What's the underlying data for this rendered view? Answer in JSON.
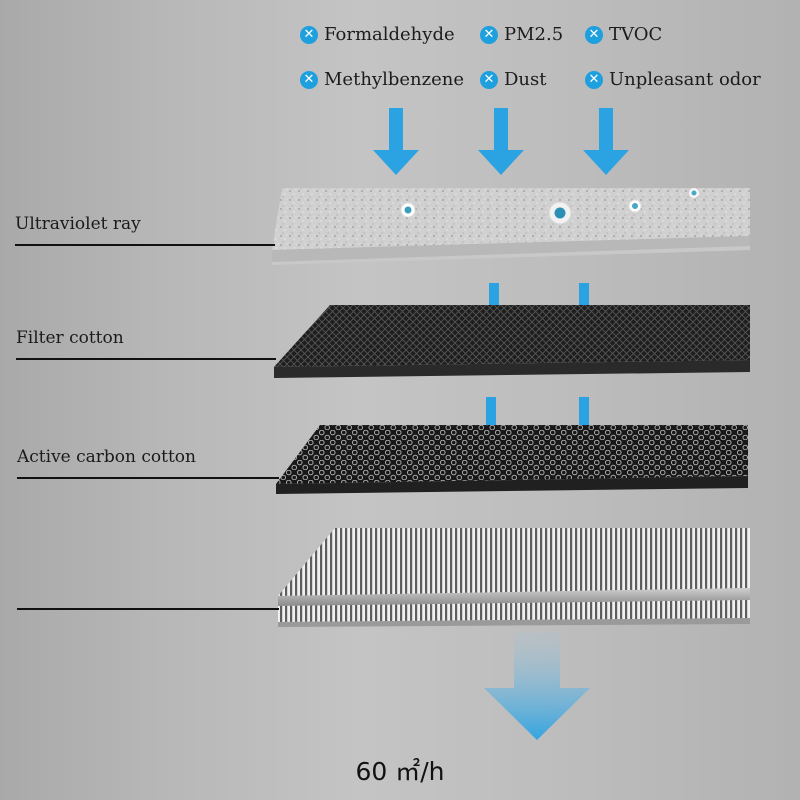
{
  "pollutants": [
    {
      "label": "Formaldehyde"
    },
    {
      "label": "PM2.5"
    },
    {
      "label": "TVOC"
    },
    {
      "label": "Methylbenzene"
    },
    {
      "label": "Dust"
    },
    {
      "label": "Unpleasant odor"
    }
  ],
  "layers": [
    {
      "label": "Ultraviolet ray"
    },
    {
      "label": "Filter cotton"
    },
    {
      "label": "Active carbon cotton"
    },
    {
      "label": ""
    }
  ],
  "output": {
    "rate": "60 ㎡/h"
  },
  "icons": {
    "pollutant_marker": "x-circle-icon",
    "flow": "down-arrow-icon"
  },
  "colors": {
    "accent": "#1ea0df",
    "arrow": "#2ba3e3"
  }
}
